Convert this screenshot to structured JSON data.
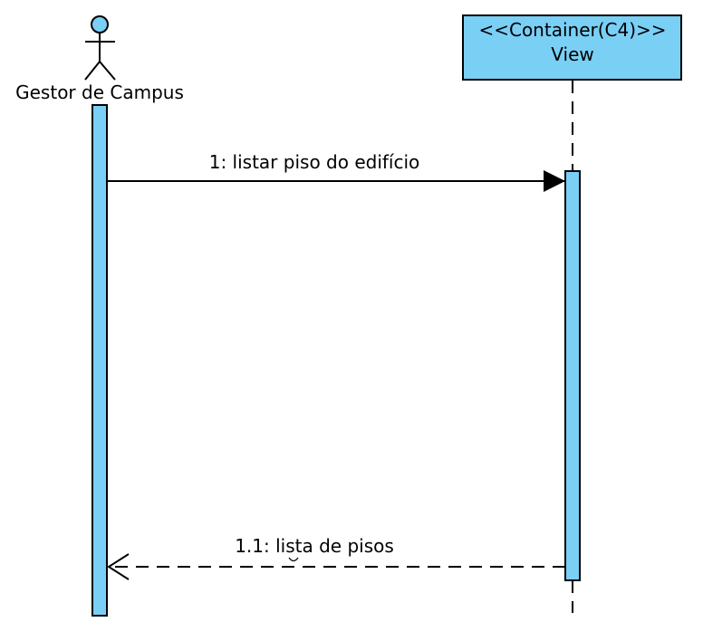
{
  "diagram": {
    "type": "sequence",
    "colors": {
      "fill": "#7ACFF5",
      "stroke": "#000000",
      "background": "#FFFFFF"
    },
    "actor": {
      "name": "Gestor de Campus",
      "icon": "stick-figure-icon"
    },
    "container": {
      "stereotype": "<<Container(C4)>>",
      "name": "View"
    },
    "messages": [
      {
        "label": "1: listar piso do edifício",
        "from": "Gestor de Campus",
        "to": "View",
        "kind": "synchronous-call"
      },
      {
        "label": "1.1: lista de pisos",
        "from": "View",
        "to": "Gestor de Campus",
        "kind": "return"
      }
    ]
  }
}
